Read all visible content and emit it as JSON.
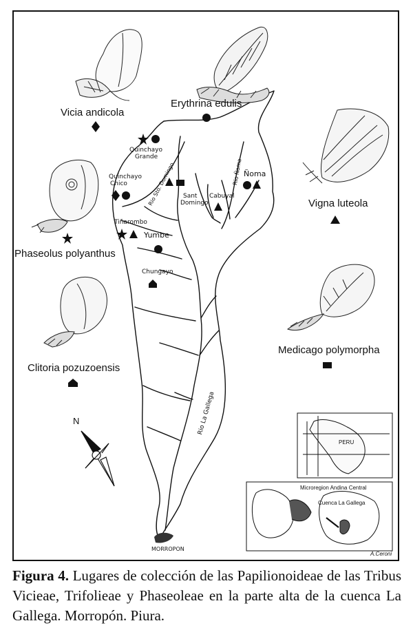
{
  "map": {
    "species": [
      {
        "name": "Vicia andicola",
        "symbol": "diamond"
      },
      {
        "name": "Erythrina edulis",
        "symbol": "circle"
      },
      {
        "name": "Vigna luteola",
        "symbol": "triangle"
      },
      {
        "name": "Phaseolus polyanthus",
        "symbol": "star"
      },
      {
        "name": "Medicago polymorpha",
        "symbol": "square"
      },
      {
        "name": "Clitoria pozuzoensis",
        "symbol": "house"
      }
    ],
    "places": {
      "quinchayo_grande": [
        "Quinchayo",
        "Grande"
      ],
      "quinchayo_chico": [
        "Quinchayo",
        "Chico"
      ],
      "sant_domingo": [
        "Sant",
        "Domingo"
      ],
      "cabuyal": "Cabuyal",
      "noma": "Ñoma",
      "tinarombo": "Tiñarombo",
      "yumbe": "Yumbe",
      "chungayo": "Chungayo",
      "morropon": "MORROPON"
    },
    "rivers": {
      "santo_domingo": "Rio Sto. Domingo",
      "noma": "Rio Ñoma",
      "la_gallega": "Rio La Gallega"
    },
    "north_label": "N",
    "inset": {
      "region_label": "Microregion Andina Central",
      "basin_label": "Cuenca La Gallega",
      "country_label": "PERU"
    },
    "signature": "A.Ceroni"
  },
  "caption": {
    "label": "Figura 4.",
    "text": " Lugares de colección de las Papilionoideae de las Tribus Vicieae, Trifolieae y Phaseoleae en la parte alta de la cuenca La Gallega. Morropón. Piura."
  }
}
